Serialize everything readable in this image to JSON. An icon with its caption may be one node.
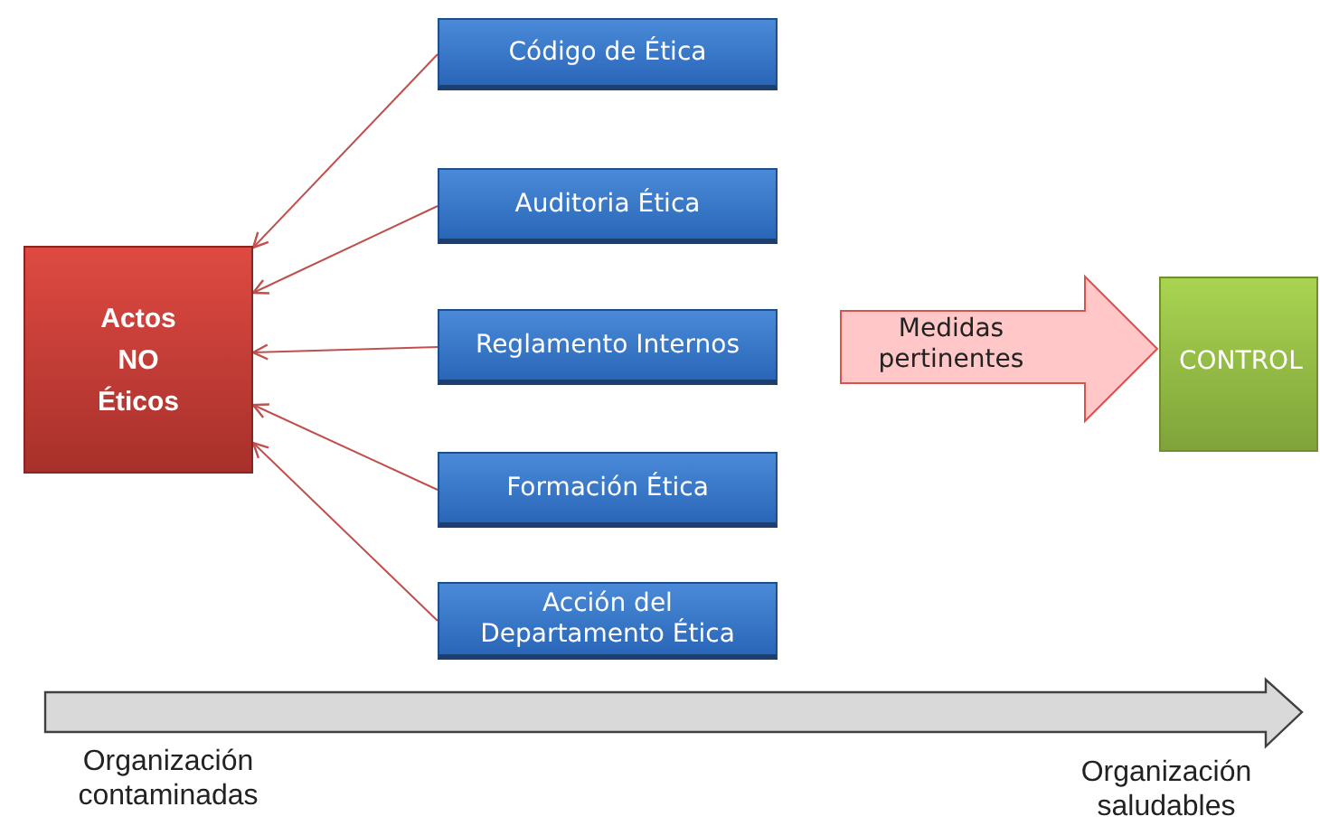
{
  "diagram": {
    "nodes": [
      {
        "text": [
          "Actos NO Éticos"
        ]
      },
      {
        "text": [
          "Código de Ética"
        ]
      },
      {
        "text": [
          "Auditoria Ética"
        ]
      },
      {
        "text": [
          "Reglamento Internos"
        ]
      },
      {
        "text": [
          "Formación Ética"
        ]
      },
      {
        "text": [
          "Acción del Departamento Ética"
        ]
      },
      {
        "text": [
          "CONTROL"
        ]
      }
    ],
    "edges": [
      {
        "from": 1,
        "to": 0,
        "arrow": "to"
      },
      {
        "from": 2,
        "to": 0,
        "arrow": "to"
      },
      {
        "from": 3,
        "to": 0,
        "arrow": "to"
      },
      {
        "from": 4,
        "to": 0,
        "arrow": "to"
      },
      {
        "from": 5,
        "to": 0,
        "arrow": "to"
      },
      {
        "from": null,
        "to": 6,
        "arrow": "to",
        "label": "Medidas pertinentes",
        "style": "thick"
      }
    ],
    "labels": [
      "Organización contaminadas",
      "Organización saludables"
    ]
  }
}
